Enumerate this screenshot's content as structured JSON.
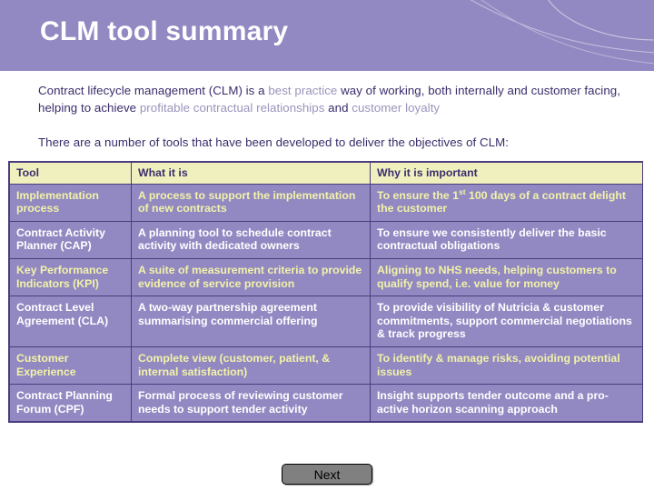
{
  "header": {
    "title": "CLM tool summary",
    "background_color": "#9289c2",
    "title_color": "#ffffff",
    "decoration": "curved-swoosh-lines"
  },
  "intro": {
    "paragraph_1": [
      {
        "text": "Contract lifecycle management (CLM) is a ",
        "style": "normal"
      },
      {
        "text": "best practice",
        "style": "highlight"
      },
      {
        "text": " way of working, both internally and customer facing, helping to achieve ",
        "style": "normal"
      },
      {
        "text": "profitable contractual relationships",
        "style": "highlight"
      },
      {
        "text": " and ",
        "style": "normal"
      },
      {
        "text": "customer loyalty",
        "style": "highlight"
      }
    ],
    "paragraph_1_plain": "Contract lifecycle management (CLM) is a best practice way of working, both internally and customer facing, helping to achieve profitable contractual relationships and customer loyalty",
    "paragraph_2": "There are a number of tools that have been developed to deliver the objectives of CLM:",
    "text_color": "#3a2c6b",
    "highlight_color": "#9a93bb"
  },
  "table": {
    "header_background": "#f0f0bf",
    "header_text_color": "#3b2d6d",
    "body_background": "#9289c2",
    "border_color": "#4b3c7d",
    "columns": [
      "Tool",
      "What it is",
      "Why it is important"
    ],
    "rows": [
      {
        "tool": "Implementation process",
        "what_it_is": "A process to support the implementation of new contracts",
        "why_important_pre": "To ensure the 1",
        "why_important_sup": "st",
        "why_important_post": " 100 days of a contract delight the customer",
        "why_important": "To ensure the 1st 100 days of a contract delight the customer",
        "text_tone": "yellow"
      },
      {
        "tool": "Contract Activity Planner (CAP)",
        "what_it_is": "A planning tool to schedule contract activity with dedicated owners",
        "why_important": "To ensure we consistently deliver the basic contractual obligations",
        "text_tone": "white"
      },
      {
        "tool": "Key Performance Indicators (KPI)",
        "what_it_is": "A suite of measurement criteria to provide evidence of service provision",
        "why_important": "Aligning to NHS needs, helping customers to qualify spend, i.e. value for money",
        "text_tone": "yellow"
      },
      {
        "tool": "Contract Level Agreement (CLA)",
        "what_it_is": "A two-way partnership agreement summarising commercial offering",
        "why_important": "To provide visibility of Nutricia & customer commitments, support commercial negotiations & track progress",
        "text_tone": "white"
      },
      {
        "tool": "Customer Experience",
        "what_it_is": "Complete view (customer, patient, & internal satisfaction)",
        "why_important": "To identify & manage risks, avoiding potential issues",
        "text_tone": "yellow"
      },
      {
        "tool": "Contract Planning Forum (CPF)",
        "what_it_is": "Formal process of reviewing customer needs to support tender activity",
        "why_important": "Insight supports tender outcome and a pro-active horizon scanning approach",
        "text_tone": "white"
      }
    ]
  },
  "footer": {
    "next_label": "Next",
    "next_background": "#808080",
    "next_text_color": "#000000"
  }
}
